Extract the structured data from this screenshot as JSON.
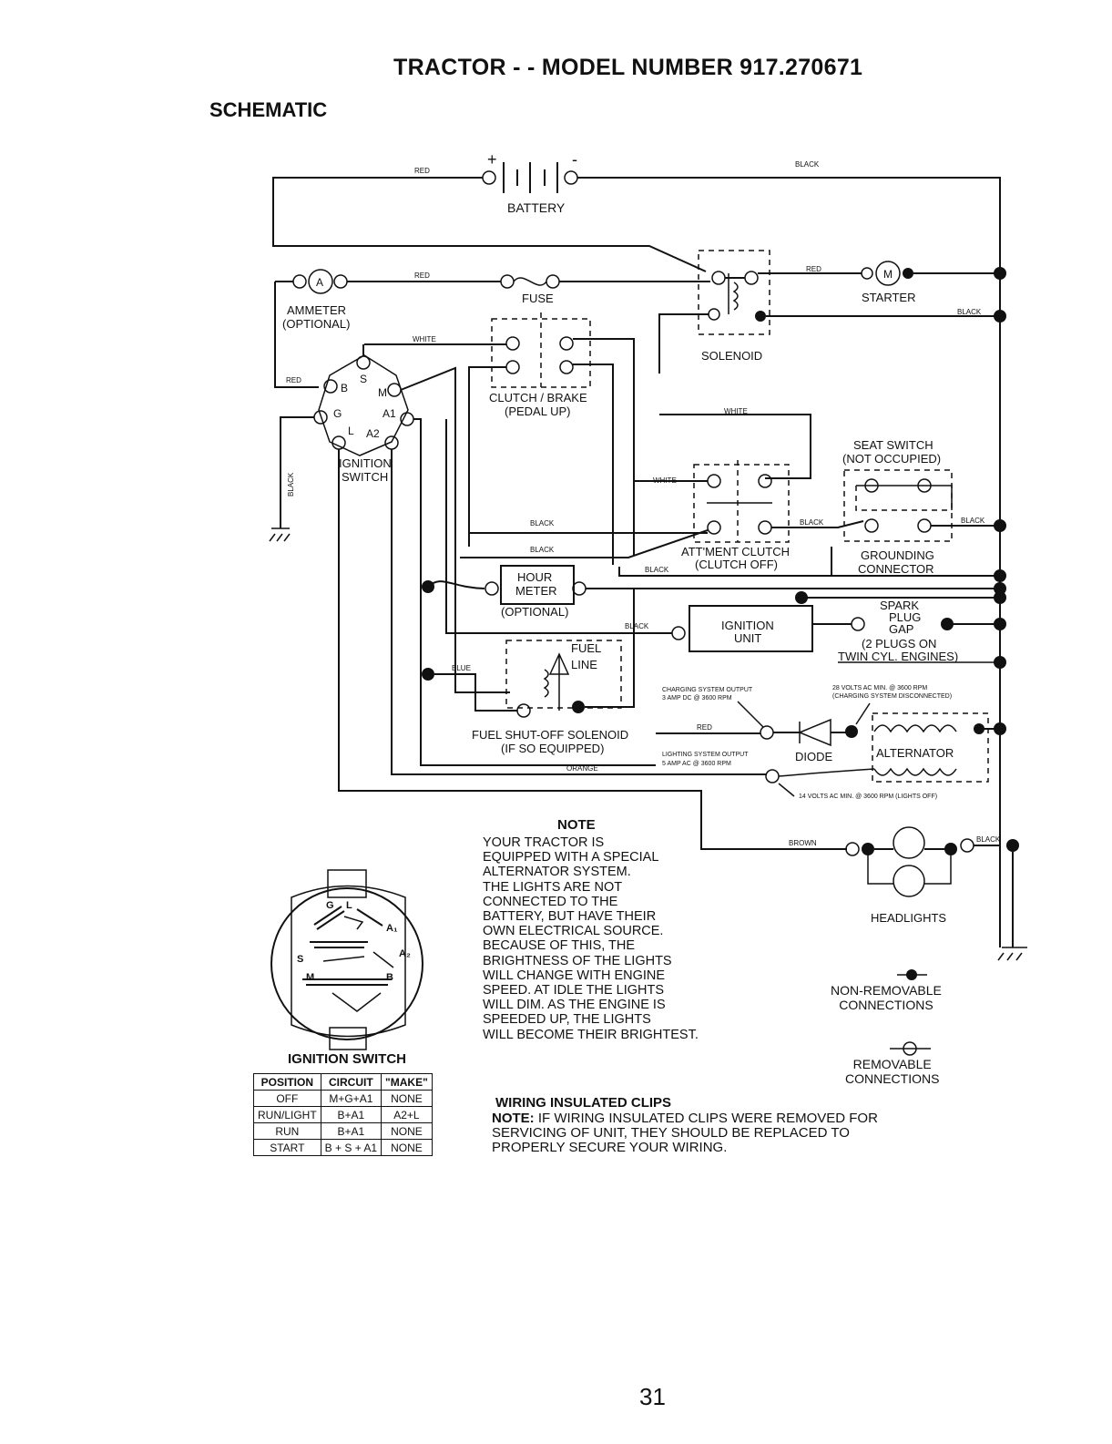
{
  "header": {
    "title": "TRACTOR - - MODEL NUMBER 917.270671",
    "subtitle": "SCHEMATIC"
  },
  "components": {
    "battery": "BATTERY",
    "battery_plus": "+",
    "battery_minus": "-",
    "ammeter_symbol": "A",
    "ammeter_line1": "AMMETER",
    "ammeter_line2": "(OPTIONAL)",
    "fuse": "FUSE",
    "solenoid": "SOLENOID",
    "starter_symbol": "M",
    "starter": "STARTER",
    "clutch_brake_line1": "CLUTCH / BRAKE",
    "clutch_brake_line2": "(PEDAL UP)",
    "ignition_switch_line1": "IGNITION",
    "ignition_switch_line2": "SWITCH",
    "seat_switch_line1": "SEAT SWITCH",
    "seat_switch_line2": "(NOT OCCUPIED)",
    "attment_clutch_line1": "ATT'MENT CLUTCH",
    "attment_clutch_line2": "(CLUTCH OFF)",
    "grounding_line1": "GROUNDING",
    "grounding_line2": "CONNECTOR",
    "hour_meter_line1": "HOUR",
    "hour_meter_line2": "METER",
    "hour_meter_line3": "(OPTIONAL)",
    "ignition_unit_line1": "IGNITION",
    "ignition_unit_line2": "UNIT",
    "spark_line1": "SPARK",
    "spark_line2": "PLUG",
    "spark_line3": "GAP",
    "spark_line4": "(2 PLUGS ON",
    "spark_line5": "TWIN CYL. ENGINES)",
    "fuel_line1": "FUEL",
    "fuel_line2": "LINE",
    "fuel_solenoid_line1": "FUEL SHUT-OFF SOLENOID",
    "fuel_solenoid_line2": "(IF SO EQUIPPED)",
    "diode": "DIODE",
    "alternator": "ALTERNATOR",
    "headlights": "HEADLIGHTS",
    "charging_out_line1": "CHARGING SYSTEM OUTPUT",
    "charging_out_line2": "3 AMP DC @ 3600 RPM",
    "volts28_line1": "28 VOLTS AC MIN. @ 3600 RPM",
    "volts28_line2": "(CHARGING SYSTEM DISCONNECTED)",
    "lighting_out_line1": "LIGHTING SYSTEM OUTPUT",
    "lighting_out_line2": "5 AMP AC @ 3600 RPM",
    "volts14": "14 VOLTS AC MIN. @ 3600 RPM (LIGHTS OFF)"
  },
  "switch_terminals": {
    "b": "B",
    "s": "S",
    "m": "M",
    "g": "G",
    "a1": "A1",
    "l": "L",
    "a2": "A2"
  },
  "wire_colors": {
    "red": "RED",
    "black": "BLACK",
    "white": "WHITE",
    "blue": "BLUE",
    "orange": "ORANGE",
    "brown": "BROWN"
  },
  "note": {
    "title": "NOTE",
    "lines": [
      "YOUR TRACTOR IS",
      "EQUIPPED WITH A SPECIAL",
      "ALTERNATOR SYSTEM.",
      "THE LIGHTS ARE NOT",
      "CONNECTED TO THE",
      "BATTERY, BUT HAVE THEIR",
      "OWN ELECTRICAL SOURCE.",
      "BECAUSE OF THIS, THE",
      "BRIGHTNESS OF THE LIGHTS",
      "WILL CHANGE WITH ENGINE",
      "SPEED.  AT IDLE THE LIGHTS",
      "WILL DIM.  AS THE ENGINE IS",
      "SPEEDED UP, THE LIGHTS",
      "WILL BECOME THEIR BRIGHTEST."
    ]
  },
  "legend": {
    "non_removable_line1": "NON-REMOVABLE",
    "non_removable_line2": "CONNECTIONS",
    "removable_line1": "REMOVABLE",
    "removable_line2": "CONNECTIONS"
  },
  "ignition_switch_table": {
    "title": "IGNITION SWITCH",
    "headers": [
      "POSITION",
      "CIRCUIT",
      "\"MAKE\""
    ],
    "rows": [
      [
        "OFF",
        "M+G+A1",
        "NONE"
      ],
      [
        "RUN/LIGHT",
        "B+A1",
        "A2+L"
      ],
      [
        "RUN",
        "B+A1",
        "NONE"
      ],
      [
        "START",
        "B + S + A1",
        "NONE"
      ]
    ],
    "face_labels": {
      "g": "G",
      "l": "L",
      "a1": "A₁",
      "s": "S",
      "a2": "A₂",
      "m": "M",
      "b": "B"
    }
  },
  "wiring_clips": {
    "title": "WIRING INSULATED CLIPS",
    "note_label": "NOTE:",
    "line1": "IF WIRING INSULATED CLIPS WERE REMOVED FOR",
    "line2": "SERVICING OF UNIT, THEY SHOULD BE REPLACED TO",
    "line3": "PROPERLY SECURE YOUR WIRING."
  },
  "page_number": "31"
}
